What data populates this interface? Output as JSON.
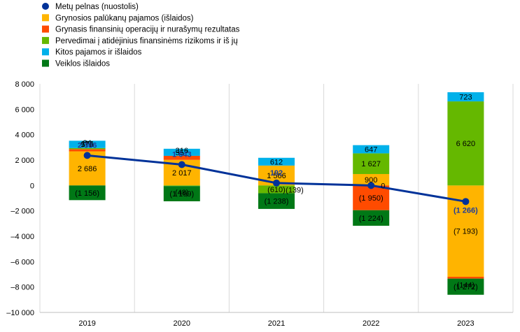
{
  "chart_data": {
    "type": "bar",
    "stacked": true,
    "categories": [
      "2019",
      "2020",
      "2021",
      "2022",
      "2023"
    ],
    "ylim": [
      -10000,
      8000
    ],
    "yticks": [
      8000,
      6000,
      4000,
      2000,
      0,
      -2000,
      -4000,
      -6000,
      -8000,
      -10000
    ],
    "ytick_labels": [
      "8 000",
      "6 000",
      "4 000",
      "2 000",
      "0",
      "–2 000",
      "–4 000",
      "–6 000",
      "–8 000",
      "–10 000"
    ],
    "grid": "vertical-category-separators",
    "legend_position": "top-left",
    "series": [
      {
        "name": "Grynosios palūkanų pajamos (išlaidos)",
        "color": "#ffb400",
        "values": [
          2686,
          2017,
          1566,
          900,
          -7193
        ],
        "labels": [
          "2 686",
          "2 017",
          "1 566",
          "900",
          "(7 193)"
        ]
      },
      {
        "name": "Grynasis finansinių operacijų ir nurašymų rezultatas",
        "color": "#ff4b00",
        "values": [
          176,
          316,
          0,
          -1950,
          -144
        ],
        "labels": [
          "176",
          "316",
          "",
          "(1 950)",
          "(144)"
        ]
      },
      {
        "name": "Pervedimai į atidėjinius finansinėms rizikoms ir iš jų",
        "color": "#65b800",
        "values": [
          84,
          -48,
          -610,
          1627,
          6620
        ],
        "labels": [
          "84",
          "(48)",
          "(610)",
          "1 627",
          "6 620"
        ]
      },
      {
        "name": "Kitos pajamos ir išlaidos",
        "color": "#00b1ea",
        "values": [
          575,
          557,
          612,
          647,
          723
        ],
        "labels": [
          "575",
          "557",
          "612",
          "647",
          "723"
        ]
      },
      {
        "name": "Veiklos išlaidos",
        "color": "#007816",
        "values": [
          -1156,
          -1199,
          -1238,
          -1224,
          -1272
        ],
        "labels": [
          "(1 156)",
          "(1 199)",
          "(1 238)",
          "(1 224)",
          "(1 272)"
        ]
      }
    ],
    "line_series": {
      "name": "Metų pelnas (nuostolis)",
      "color": "#003299",
      "values": [
        2366,
        1643,
        192,
        0,
        -1266
      ],
      "labels": [
        "2 366",
        "1 643",
        "192",
        "0",
        "(1 266)"
      ]
    },
    "extra_labels": [
      {
        "category": "2021",
        "text": "(139)"
      }
    ]
  }
}
